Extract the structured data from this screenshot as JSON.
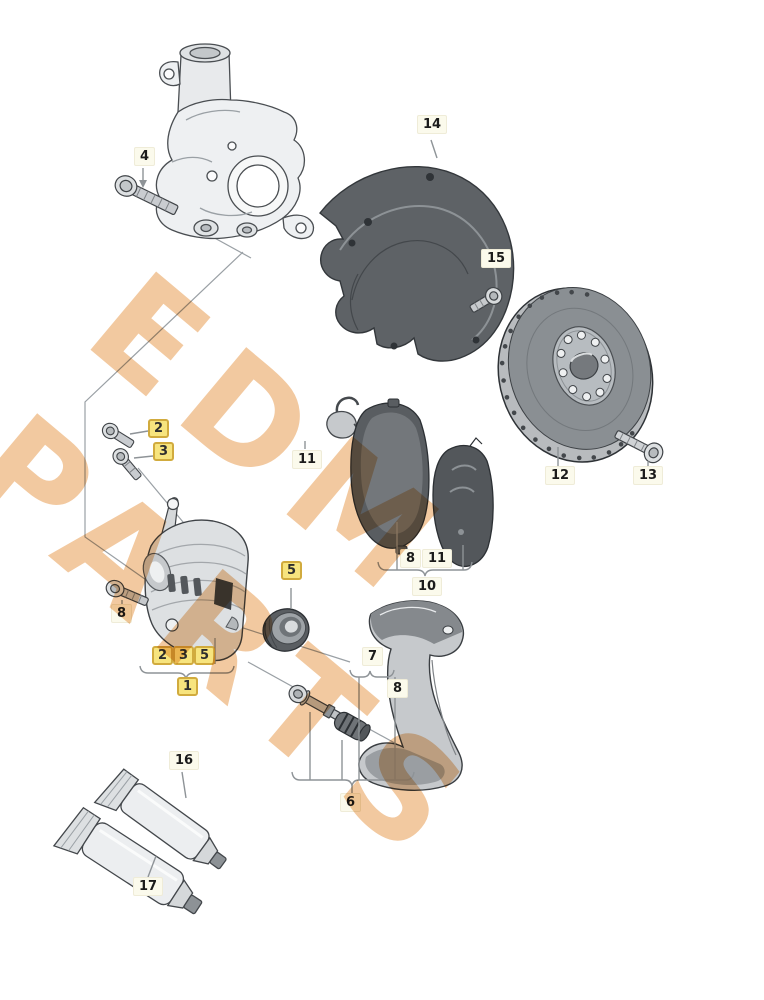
{
  "watermark": {
    "line1": "EDM",
    "line2": "PARTS",
    "color": "#f2c9a0"
  },
  "colors": {
    "highlight_bg": "#f7e47e",
    "highlight_border": "#d1ab3e",
    "label_bg": "#fbfaec",
    "line_gray": "#8e9397",
    "part_dark": "#5e6266",
    "part_light": "#dde0e2"
  },
  "labels": {
    "bolt4": "4",
    "shield14": "14",
    "bolt15": "15",
    "disc12": "12",
    "screw13": "13",
    "sensor11": "11",
    "bolt2": "2",
    "bolt3": "3",
    "pad8": "8",
    "pad11": "11",
    "padset10": "10",
    "bearing5": "5",
    "bolt8": "8",
    "grp2": "2",
    "grp3": "3",
    "grp5": "5",
    "grp1": "1",
    "kit7": "7",
    "carrier8": "8",
    "kit6": "6",
    "tube16": "16",
    "tube17": "17"
  }
}
